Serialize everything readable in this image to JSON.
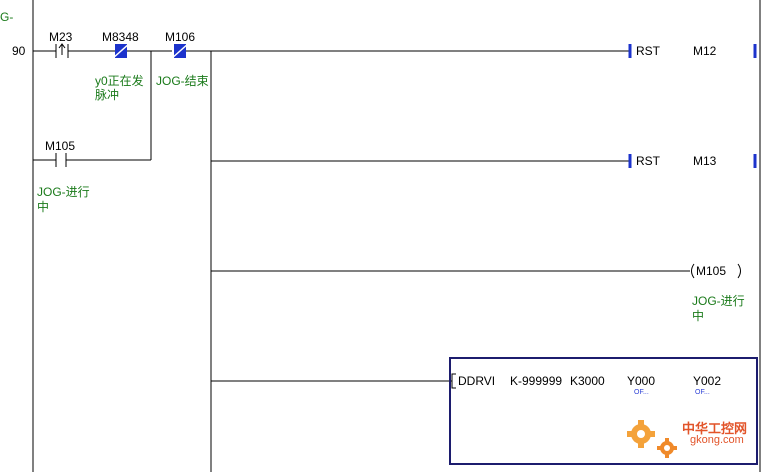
{
  "rung": {
    "step": "90",
    "top_comment_fragment": "G-"
  },
  "contacts": [
    {
      "device": "M23",
      "type": "rising-edge",
      "comment": []
    },
    {
      "device": "M8348",
      "type": "normally-closed",
      "comment": [
        "y0正在发",
        "脉冲"
      ]
    },
    {
      "device": "M106",
      "type": "normally-closed",
      "comment": [
        "JOG-结束"
      ]
    },
    {
      "device": "M105",
      "type": "normally-open",
      "comment": [
        "JOG-进行",
        "中"
      ]
    }
  ],
  "outputs": [
    {
      "instruction": "RST",
      "operand": "M12"
    },
    {
      "instruction": "RST",
      "operand": "M13"
    },
    {
      "coil": "M105",
      "comment": [
        "JOG-进行",
        "中"
      ]
    }
  ],
  "ddrvi": {
    "instruction": "DDRVI",
    "args": [
      "K-999999",
      "K3000",
      "Y000",
      "Y002"
    ],
    "sub_labels": [
      "OF...",
      "OF..."
    ]
  },
  "watermark": {
    "brand": "中华工控网",
    "url": "gkong.com"
  },
  "colors": {
    "ladder_line": "#000000",
    "contact_fill": "#1c33cc",
    "comment_text": "#1a7a1a",
    "selection_frame": "#1c1c6e",
    "watermark": "#e2542a"
  }
}
